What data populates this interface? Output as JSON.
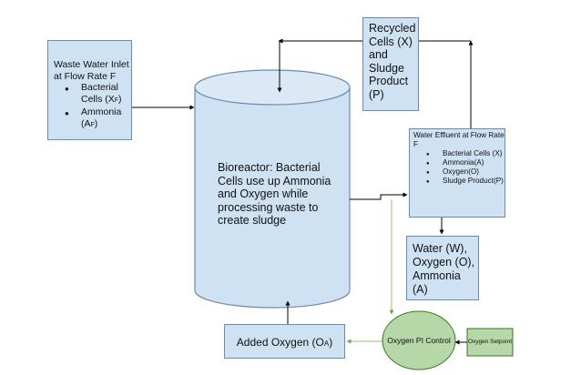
{
  "bioreactor": {
    "label": "Bioreactor: Bacterial Cells use up Ammonia and Oxygen while processing waste to create sludge"
  },
  "inlet": {
    "title": "Waste Water Inlet at Flow Rate F",
    "items": [
      {
        "name": "Bacterial Cells (X",
        "sub": "F",
        "tail": ")"
      },
      {
        "name": "Ammonia (A",
        "sub": "F",
        "tail": ")"
      }
    ]
  },
  "recycled": {
    "label": "Recycled Cells (X) and Sludge Product (P)"
  },
  "effluent": {
    "title": "Water Effluent at Flow Rate F",
    "items": [
      "Bacterial Cells (X)",
      "Ammonia(A)",
      "Oxygen(O)",
      "Sludge Product(P)"
    ]
  },
  "water_out": {
    "label": "Water (W), Oxygen (O), Ammonia (A)"
  },
  "added_oxygen": {
    "prefix": "Added Oxygen (O",
    "sub": "A",
    "suffix": ")"
  },
  "controller": {
    "label": "Oxygen PI Control"
  },
  "setpoint": {
    "label": "Oxygen Setpoint"
  },
  "colors": {
    "box_fill": "#cfe2f3",
    "box_border": "#6a8bb0",
    "controller_fill": "#b6d7a8",
    "controller_border": "#38761d",
    "signal_line": "#93c47d",
    "flow_line": "#000000"
  }
}
